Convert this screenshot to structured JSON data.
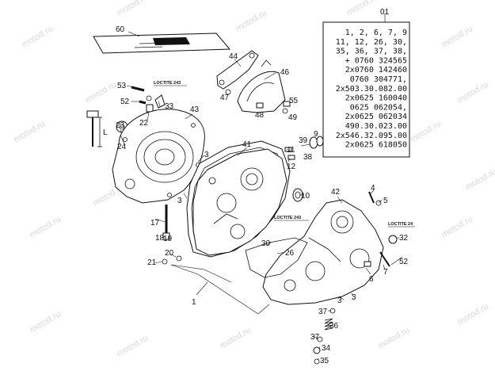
{
  "watermark": "motod.ru",
  "callouts": [
    {
      "id": "c01",
      "text": "01"
    },
    {
      "id": "c60",
      "text": "60"
    },
    {
      "id": "c44",
      "text": "44"
    },
    {
      "id": "c46",
      "text": "46"
    },
    {
      "id": "c47",
      "text": "47"
    },
    {
      "id": "c48",
      "text": "48"
    },
    {
      "id": "c55",
      "text": "55"
    },
    {
      "id": "c49",
      "text": "49"
    },
    {
      "id": "c53",
      "text": "53"
    },
    {
      "id": "c52a",
      "text": "52"
    },
    {
      "id": "c33",
      "text": "33"
    },
    {
      "id": "c22",
      "text": "22"
    },
    {
      "id": "c43",
      "text": "43"
    },
    {
      "id": "c23",
      "text": "23"
    },
    {
      "id": "c24",
      "text": "24"
    },
    {
      "id": "cL",
      "text": "L"
    },
    {
      "id": "c41",
      "text": "41"
    },
    {
      "id": "c3a",
      "text": "3"
    },
    {
      "id": "c3b",
      "text": "3"
    },
    {
      "id": "c9",
      "text": "9"
    },
    {
      "id": "c39",
      "text": "39"
    },
    {
      "id": "c11",
      "text": "11"
    },
    {
      "id": "c38",
      "text": "38"
    },
    {
      "id": "c12",
      "text": "12"
    },
    {
      "id": "c10",
      "text": "10"
    },
    {
      "id": "c42",
      "text": "42"
    },
    {
      "id": "c4",
      "text": "4"
    },
    {
      "id": "c5",
      "text": "5"
    },
    {
      "id": "c17",
      "text": "17"
    },
    {
      "id": "c18",
      "text": "18"
    },
    {
      "id": "c19",
      "text": "19"
    },
    {
      "id": "c20",
      "text": "20"
    },
    {
      "id": "c21",
      "text": "21"
    },
    {
      "id": "c30",
      "text": "30"
    },
    {
      "id": "c26",
      "text": "26"
    },
    {
      "id": "c32",
      "text": "32"
    },
    {
      "id": "c52b",
      "text": "52"
    },
    {
      "id": "c6",
      "text": "6"
    },
    {
      "id": "c7",
      "text": "7"
    },
    {
      "id": "c1",
      "text": "1"
    },
    {
      "id": "c3c",
      "text": "3"
    },
    {
      "id": "c3d",
      "text": "3"
    },
    {
      "id": "c37a",
      "text": "37"
    },
    {
      "id": "c36",
      "text": "36"
    },
    {
      "id": "c37b",
      "text": "37"
    },
    {
      "id": "c34",
      "text": "34"
    },
    {
      "id": "c35",
      "text": "35"
    }
  ],
  "loctite": [
    {
      "id": "loc1",
      "text": "LOCTITE 243"
    },
    {
      "id": "loc2",
      "text": "LOCTITE 243"
    },
    {
      "id": "loc3",
      "text": "LOCTITE 24"
    }
  ],
  "kit_lines": [
    "1, 2, 6, 7, 9",
    "11, 12, 26, 30,",
    "35, 36, 37, 38,",
    "+ 0760 324565",
    "2x0760 142460",
    "0760 304771,",
    "2x503.30.082.00",
    "2x0625 160040",
    "0625 062054,",
    "2x0625 062034",
    "490.30.023.00",
    "2x546.32.095.00",
    "2x0625 618050"
  ]
}
